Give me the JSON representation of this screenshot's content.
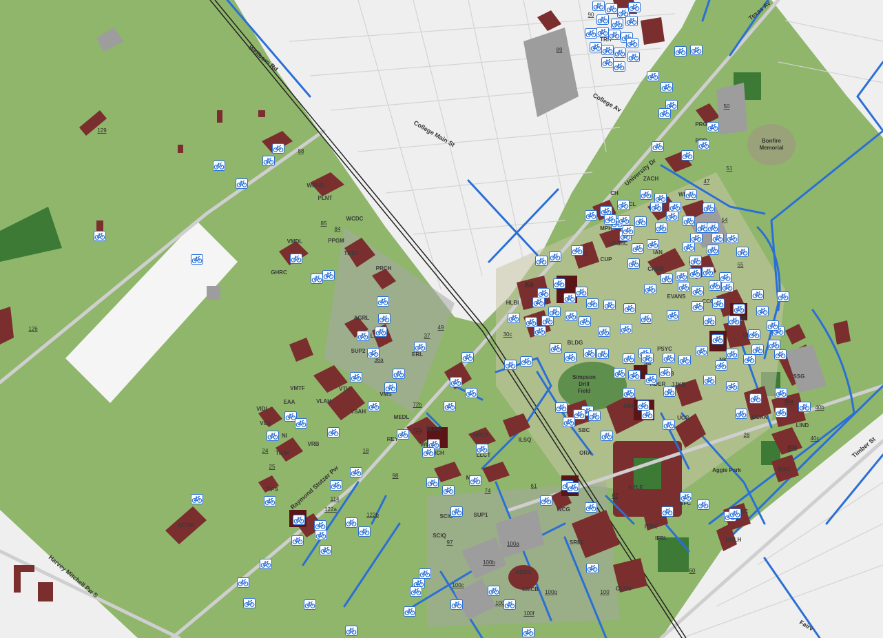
{
  "colors": {
    "grass": "#8fb66b",
    "grass_light": "#a9c98a",
    "developed": "#eeeeee",
    "building": "#7a2e2e",
    "pavement": "#b9b9b9",
    "bike_route": "#2a6fd6",
    "bike_badge": "#2a6fd6",
    "rail": "#222222"
  },
  "icons": {
    "bike_rack": "bicycle-icon"
  },
  "streets": [
    {
      "key": "college-main",
      "name": "College Main St"
    },
    {
      "key": "college-av",
      "name": "College Av"
    },
    {
      "key": "university-dr",
      "name": "University Dr"
    },
    {
      "key": "raymond-stotzer",
      "name": "Raymond Stotzer Pw"
    },
    {
      "key": "harvey-mitchell",
      "name": "Harvey Mitchell Pw S"
    },
    {
      "key": "timber",
      "name": "Timber St"
    },
    {
      "key": "texas",
      "name": "Texas Av"
    },
    {
      "key": "fairv",
      "name": "Fairv"
    },
    {
      "key": "wellborn",
      "name": "Wellborn Rd"
    }
  ],
  "places": [
    {
      "key": "simpson",
      "lines": [
        "Simpson",
        "Drill",
        "Field"
      ]
    },
    {
      "key": "aggie-park",
      "lines": [
        "Aggie Park"
      ]
    },
    {
      "key": "bonfire",
      "lines": [
        "Bonfire",
        "Memorial"
      ]
    }
  ],
  "building_labels": [
    "129",
    "126",
    "88",
    "WRHB",
    "PLNT",
    "WCDC",
    "85",
    "84",
    "PPGM",
    "VMDL",
    "GHRC",
    "TRSV",
    "OTS",
    "PRCH",
    "AGRL",
    "SUP2",
    "LA",
    "ERL",
    "36a",
    "49",
    "37",
    "VMTF",
    "VTH",
    "VMS",
    "VSAH",
    "EAA",
    "VIDI",
    "VIDI",
    "VLAH",
    "NI",
    "VRB",
    "TIGM",
    "24",
    "25",
    "TIPS",
    "NCTM",
    "122a",
    "122b",
    "114",
    "98",
    "18",
    "72b",
    "72a",
    "MEDL",
    "REY",
    "WC",
    "BLCC",
    "BICH",
    "HPCT",
    "LLCT",
    "ILSQ",
    "MSTC",
    "74",
    "61",
    "SCIC",
    "SCIQ",
    "SUP1",
    "97",
    "100a",
    "100b",
    "100c",
    "100e",
    "100f",
    "100g",
    "REED",
    "CMCB",
    "SREC",
    "WCG",
    "100",
    "OLSN",
    "KYLE",
    "62",
    "ITRK",
    "IFBL",
    "BFC",
    "HGLH",
    "60",
    "MSC",
    "UCG",
    "ILCB",
    "SBC",
    "RDER",
    "SUP3",
    "SB",
    "PSYC",
    "JJKB",
    "HLBI",
    "30a",
    "30c",
    "NSC",
    "CUP",
    "CHEM",
    "EVANS",
    "CCC",
    "LAB",
    "DMM",
    "NK",
    "SSG",
    "40a",
    "40b",
    "40c",
    "40d",
    "LIND",
    "DCAN",
    "MAC",
    "26",
    "CLAC",
    "ZACH",
    "WI",
    "MPH",
    "CH",
    "CL",
    "LOC",
    "EIC",
    "IAN",
    "54",
    "55",
    "47",
    "51",
    "50",
    "PRG",
    "PRR",
    "89",
    "90",
    "TRIT",
    "ORA",
    "BLDG"
  ],
  "badge_count_note": ""
}
